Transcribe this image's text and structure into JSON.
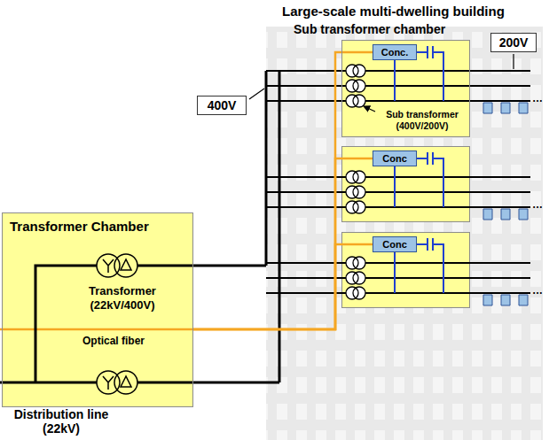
{
  "diagram": {
    "title": "Large-scale multi-dwelling building",
    "nodes": [
      {
        "text": [
          "Transformer Chamber",
          "Transformer (22kV/400V)",
          "Optical fiber"
        ]
      },
      {
        "text": [
          "Sub transformer chamber",
          "Sub transformer (400V/200V)"
        ]
      },
      {
        "text": [
          "Conc."
        ],
        "in": 1
      },
      {
        "text": [
          "Conc"
        ]
      },
      {
        "text": [
          "Conc"
        ]
      },
      {
        "text": [
          "400V"
        ]
      },
      {
        "text": [
          "200V"
        ]
      }
    ],
    "edges": [
      {
        "from": 0,
        "to": 2,
        "arrow": "none"
      },
      {
        "from": 0,
        "to": 3,
        "arrow": "none"
      },
      {
        "from": 0,
        "to": 4,
        "arrow": "none"
      }
    ],
    "labels": [
      "Distribution line (22kV)",
      "…",
      "…",
      "…"
    ]
  }
}
